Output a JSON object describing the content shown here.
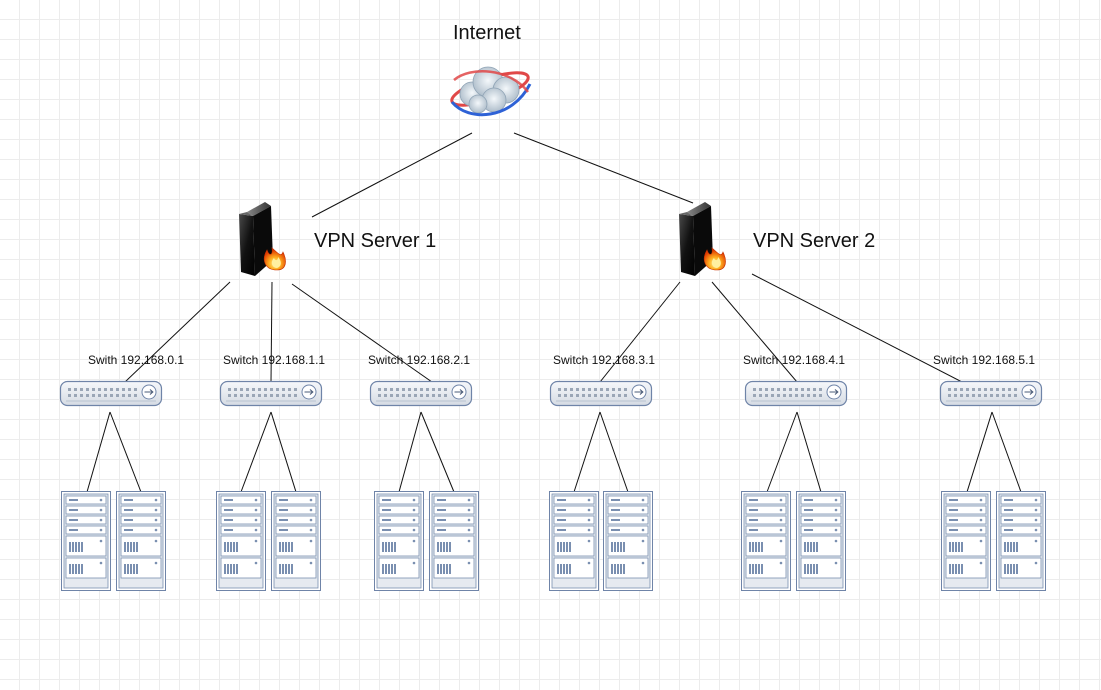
{
  "diagram": {
    "internet": {
      "label": "Internet"
    },
    "vpn_servers": [
      {
        "label": "VPN Server 1"
      },
      {
        "label": "VPN Server 2"
      }
    ],
    "switches": [
      {
        "label": "Swith 192.168.0.1"
      },
      {
        "label": "Switch 192.168.1.1"
      },
      {
        "label": "Switch 192.168.2.1"
      },
      {
        "label": "Switch 192.168.3.1"
      },
      {
        "label": "Switch 192.168.4.1"
      },
      {
        "label": "Switch 192.168.5.1"
      }
    ]
  }
}
